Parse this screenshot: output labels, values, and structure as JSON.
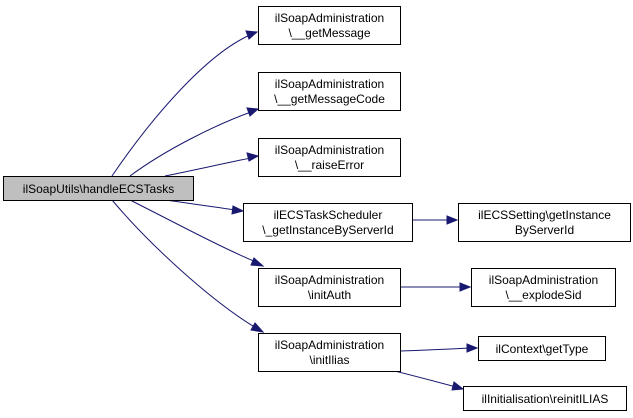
{
  "nodes": {
    "root": {
      "lines": [
        "ilSoapUtils\\handleECSTasks"
      ]
    },
    "get_message": {
      "lines": [
        "ilSoapAdministration",
        "\\__getMessage"
      ]
    },
    "get_message_code": {
      "lines": [
        "ilSoapAdministration",
        "\\__getMessageCode"
      ]
    },
    "raise_error": {
      "lines": [
        "ilSoapAdministration",
        "\\__raiseError"
      ]
    },
    "ecs_scheduler": {
      "lines": [
        "ilECSTaskScheduler",
        "\\_getInstanceByServerId"
      ]
    },
    "ecs_setting": {
      "lines": [
        "ilECSSetting\\getInstance",
        "ByServerId"
      ]
    },
    "init_auth": {
      "lines": [
        "ilSoapAdministration",
        "\\initAuth"
      ]
    },
    "explode_sid": {
      "lines": [
        "ilSoapAdministration",
        "\\__explodeSid"
      ]
    },
    "init_ilias": {
      "lines": [
        "ilSoapAdministration",
        "\\initIlias"
      ]
    },
    "context_get_type": {
      "lines": [
        "ilContext\\getType"
      ]
    },
    "reinit_ilias": {
      "lines": [
        "ilInitialisation\\reinitILIAS"
      ]
    }
  },
  "edges": [
    [
      "root",
      "get_message"
    ],
    [
      "root",
      "get_message_code"
    ],
    [
      "root",
      "raise_error"
    ],
    [
      "root",
      "ecs_scheduler"
    ],
    [
      "root",
      "init_auth"
    ],
    [
      "root",
      "init_ilias"
    ],
    [
      "ecs_scheduler",
      "ecs_setting"
    ],
    [
      "init_auth",
      "explode_sid"
    ],
    [
      "init_ilias",
      "context_get_type"
    ],
    [
      "init_ilias",
      "reinit_ilias"
    ]
  ],
  "colors": {
    "edge": "#191970",
    "root_fill": "#bfbfbf",
    "node_fill": "#ffffff",
    "border": "#000000"
  }
}
